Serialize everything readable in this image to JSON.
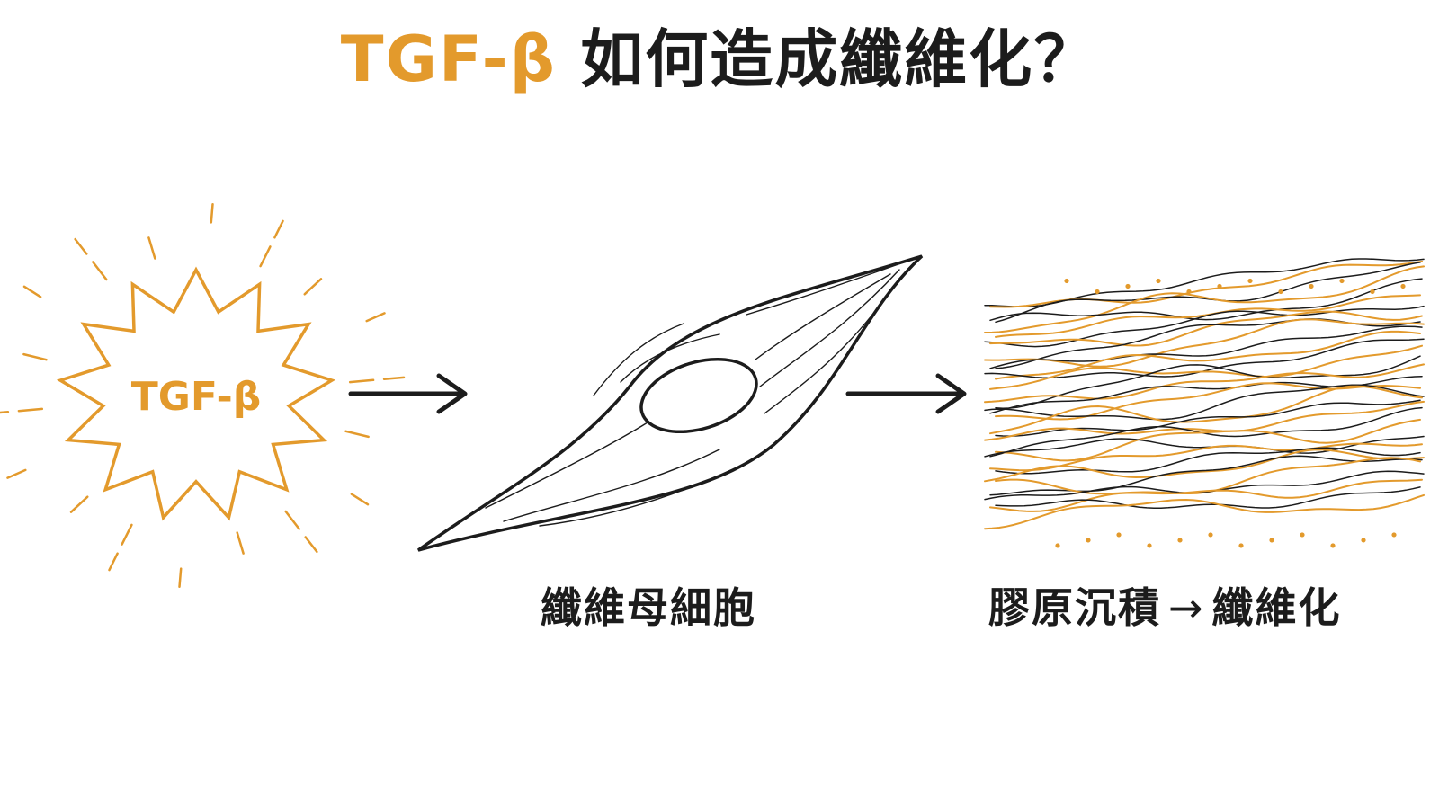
{
  "title": {
    "accent": "TGF-β",
    "rest": " 如何造成纖維化？"
  },
  "burst": {
    "label": "TGF-β",
    "icon": "starburst-icon"
  },
  "stages": {
    "fibroblast": "纖維母細胞",
    "collagen": "膠原沉積",
    "arrow": "→",
    "fibrosis": "纖維化"
  },
  "colors": {
    "accent": "#e39a2c",
    "ink": "#1c1c1c"
  }
}
